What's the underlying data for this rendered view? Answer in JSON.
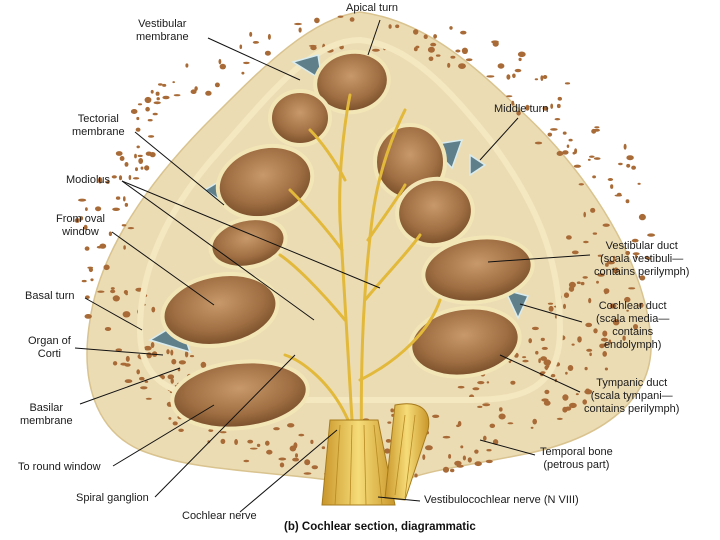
{
  "colors": {
    "bone": "#ecdcb4",
    "bone_dark": "#a86a36",
    "chamber": "#9a6a3e",
    "chamber_light": "#c79a68",
    "duct_rim": "#f3e6b6",
    "nerve": "#e2b93a",
    "nerve_light": "#f6dd78",
    "organ": "#5f7f8a",
    "label_line": "#111111"
  },
  "labels": {
    "apical_turn": "Apical turn",
    "vestibular_membrane": "Vestibular\nmembrane",
    "middle_turn": "Middle turn",
    "tectorial_membrane": "Tectorial\nmembrane",
    "modiolus": "Modiolus",
    "from_oval_window": "From oval\nwindow",
    "vestibular_duct": "Vestibular duct\n(scala vestibuli—\ncontains perilymph)",
    "basal_turn": "Basal turn",
    "cochlear_duct": "Cochlear duct\n(scala media—\ncontains\nendolymph)",
    "organ_of_corti": "Organ of\nCorti",
    "basilar_membrane": "Basilar\nmembrane",
    "tympanic_duct": "Tympanic duct\n(scala tympani—\ncontains perilymph)",
    "to_round_window": "To round window",
    "temporal_bone": "Temporal bone\n(petrous part)",
    "spiral_ganglion": "Spiral ganglion",
    "cochlear_nerve": "Cochlear nerve",
    "vestibulocochlear_nerve": "Vestibulocochlear nerve (N VIII)"
  },
  "caption": {
    "part": "(b)",
    "text": "Cochlear section, diagrammatic"
  }
}
